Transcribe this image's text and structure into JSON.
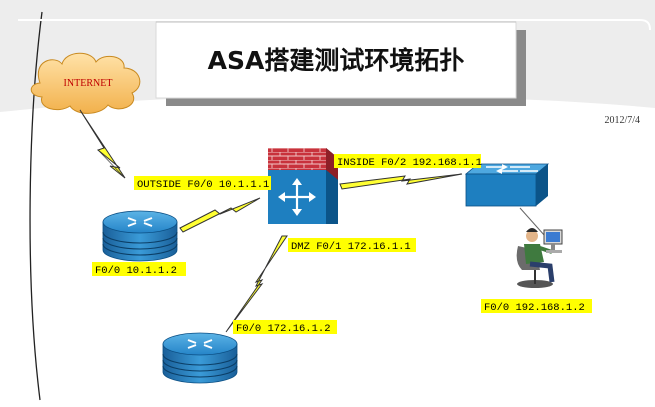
{
  "slide": {
    "title": "ASA搭建测试环境拓扑",
    "date": "2012/7/4"
  },
  "nodes": {
    "internet": {
      "label": "INTERNET"
    },
    "firewall": {
      "icon": "asa-firewall-icon"
    },
    "switch": {
      "icon": "switch-icon"
    },
    "router_outside": {
      "icon": "router-icon"
    },
    "router_dmz": {
      "icon": "router-icon"
    },
    "pc": {
      "icon": "user-workstation-icon"
    }
  },
  "labels": {
    "outside_if": "OUTSIDE F0/0 10.1.1.1",
    "inside_if": "INSIDE F0/2 192.168.1.1",
    "dmz_if": "DMZ F0/1 172.16.1.1",
    "router_outside_if": "F0/0 10.1.1.2",
    "router_dmz_if": "F0/0 172.16.1.2",
    "pc_if": "F0/0 192.168.1.2"
  },
  "colors": {
    "label_highlight": "#ffff00",
    "link_bolt": "#ffff33",
    "device_blue": "#1e7fc0",
    "firewall_brick": "#c8323c",
    "title_bar": "#e7e7e7"
  }
}
